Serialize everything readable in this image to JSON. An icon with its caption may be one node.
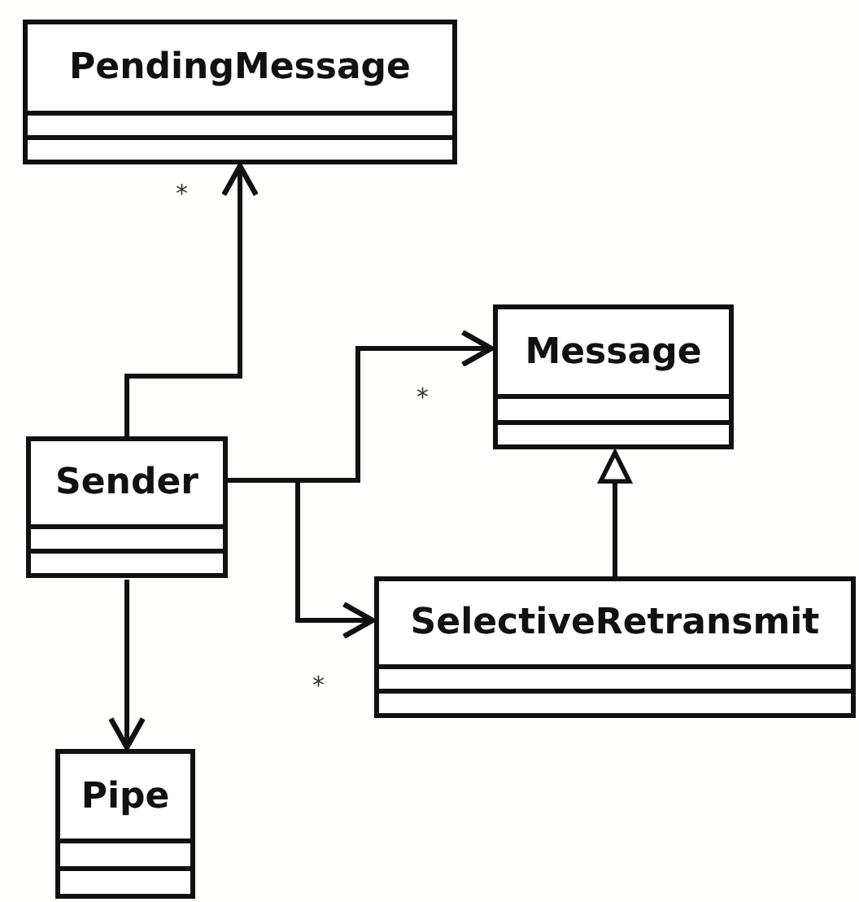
{
  "diagram": {
    "nodes": [
      {
        "text": [
          "PendingMessage"
        ]
      },
      {
        "text": [
          "Message"
        ]
      },
      {
        "text": [
          "Sender"
        ]
      },
      {
        "text": [
          "SelectiveRetransmit"
        ]
      },
      {
        "text": [
          "Pipe"
        ]
      }
    ],
    "edges": [
      {
        "from": 2,
        "to": 0,
        "arrow": "to",
        "label": "*"
      },
      {
        "from": 2,
        "to": 1,
        "arrow": "to",
        "label": "*"
      },
      {
        "from": 2,
        "to": 3,
        "arrow": "to",
        "label": "*"
      },
      {
        "from": 3,
        "to": 1,
        "arrow": "to"
      },
      {
        "from": 2,
        "to": 4,
        "arrow": "to"
      }
    ]
  }
}
